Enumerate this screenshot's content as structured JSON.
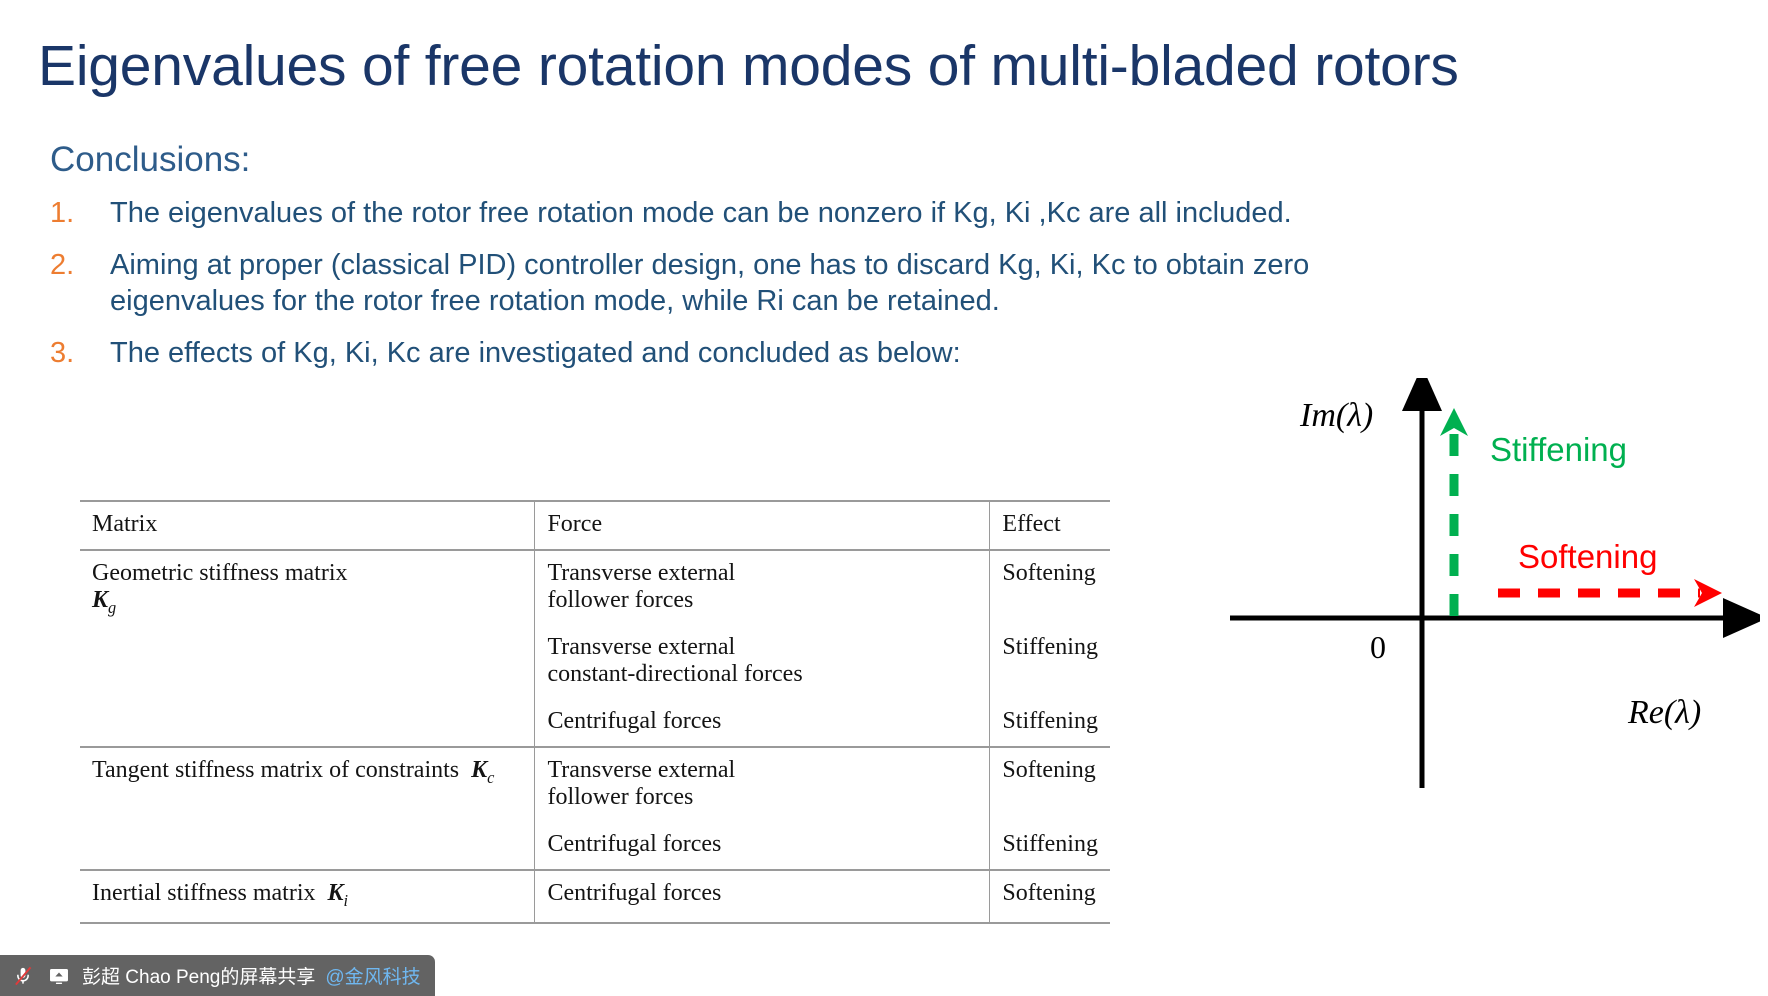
{
  "slide": {
    "title": "Eigenvalues of free rotation modes of multi-bladed rotors",
    "conclusions_heading": "Conclusions:",
    "colors": {
      "title": "#1a3668",
      "heading": "#2e5c8a",
      "body_text": "#215078",
      "marker": "#ed7d31",
      "stiffening": "#00b050",
      "softening": "#ff0000"
    }
  },
  "conclusions": [
    {
      "marker": "1.",
      "text": "The eigenvalues of the rotor free rotation mode can be nonzero if Kg, Ki ,Kc are all included."
    },
    {
      "marker": "2.",
      "text": "Aiming at proper (classical PID) controller design, one has to discard Kg, Ki, Kc to obtain zero eigenvalues for the rotor free rotation mode, while Ri can be retained."
    },
    {
      "marker": "3.",
      "text": "The effects of Kg, Ki, Kc are investigated and concluded as below:"
    }
  ],
  "table": {
    "headers": [
      "Matrix",
      "Force",
      "Effect"
    ],
    "groups": [
      {
        "matrix_name": "Geometric stiffness matrix",
        "matrix_symbol": "K",
        "matrix_subscript": "g",
        "rows": [
          {
            "force_lines": [
              "Transverse external",
              "follower forces"
            ],
            "effect": "Softening"
          },
          {
            "force_lines": [
              "Transverse external",
              "constant-directional forces"
            ],
            "effect": "Stiffening"
          },
          {
            "force_lines": [
              "Centrifugal forces"
            ],
            "effect": "Stiffening"
          }
        ]
      },
      {
        "matrix_name": "Tangent stiffness matrix of constraints",
        "matrix_symbol": "K",
        "matrix_subscript": "c",
        "rows": [
          {
            "force_lines": [
              "Transverse external",
              "follower forces"
            ],
            "effect": "Softening"
          },
          {
            "force_lines": [
              "Centrifugal forces"
            ],
            "effect": "Stiffening"
          }
        ]
      },
      {
        "matrix_name": "Inertial stiffness matrix",
        "matrix_symbol": "K",
        "matrix_subscript": "i",
        "rows": [
          {
            "force_lines": [
              "Centrifugal forces"
            ],
            "effect": "Softening"
          }
        ]
      }
    ]
  },
  "diagram": {
    "imaginary_axis_label": "Im(λ)",
    "real_axis_label": "Re(λ)",
    "origin_label": "0",
    "stiffening_label": "Stiffening",
    "softening_label": "Softening"
  },
  "share_bar": {
    "mic_icon": "microphone-muted-icon",
    "screen_icon": "screen-share-icon",
    "host_text": "彭超 Chao Peng的屏幕共享",
    "org_text": "@金风科技"
  }
}
